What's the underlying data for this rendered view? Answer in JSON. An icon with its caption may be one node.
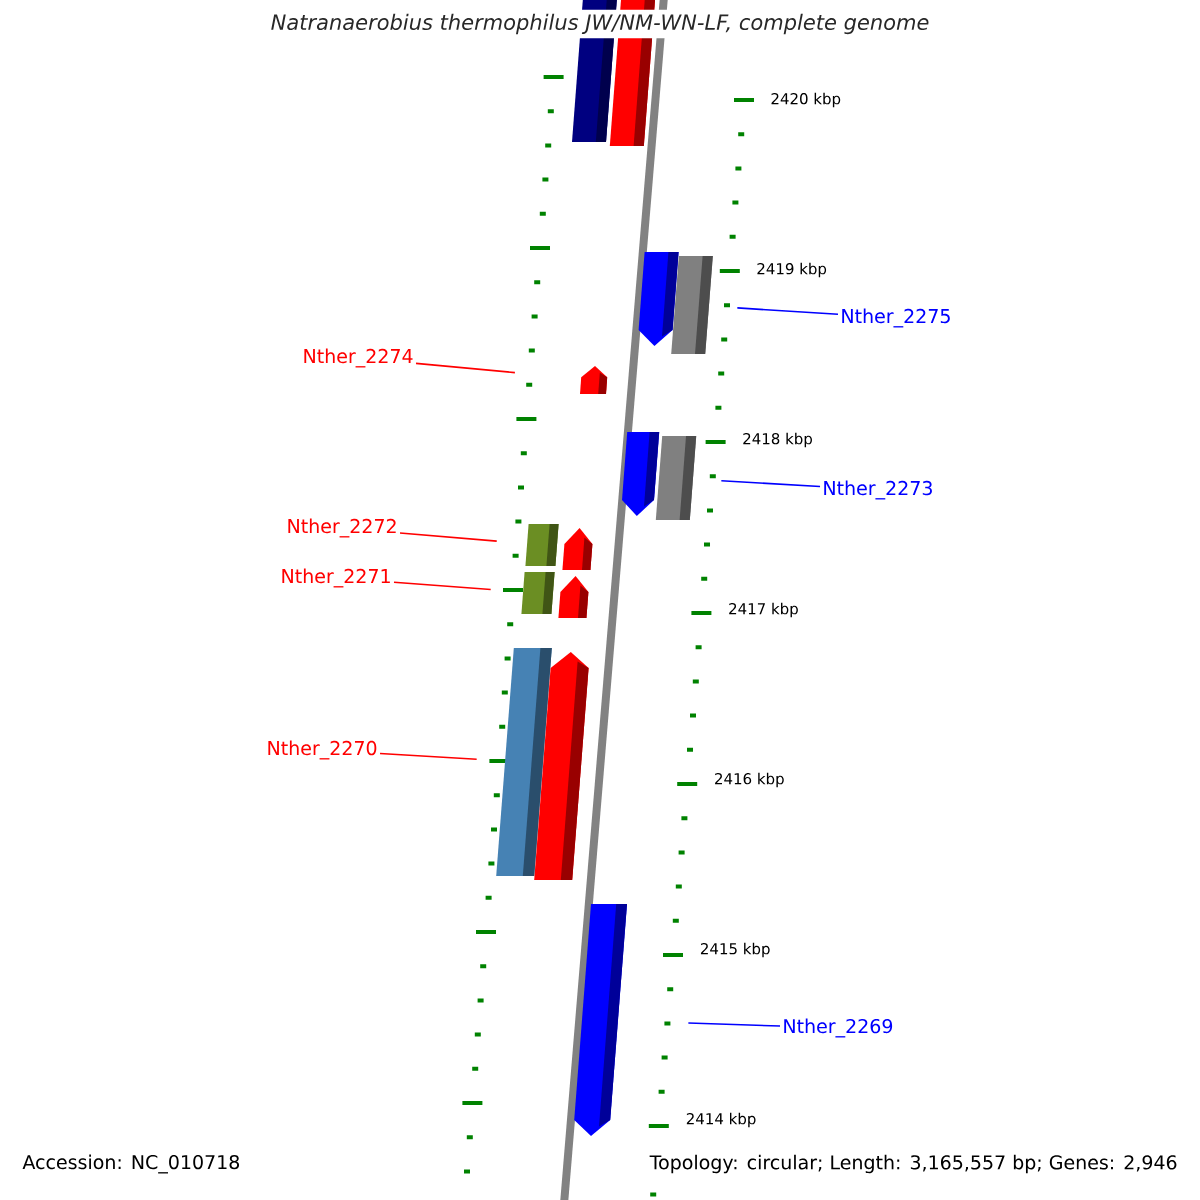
{
  "diagram": {
    "title": "Natranaerobius thermophilus JW/NM-WN-LF, complete genome",
    "nodes": [
      {
        "text": [],
        "shape": "bar"
      },
      {
        "text": [],
        "shape": "bar"
      },
      {
        "text": [],
        "shape": "bar"
      },
      {
        "text": [],
        "shape": "bar"
      },
      {
        "text": [
          "Nther_2275"
        ]
      },
      {
        "text": [
          "Nther_2274"
        ]
      },
      {
        "text": [],
        "shape": "bar"
      },
      {
        "text": [],
        "shape": "bar"
      },
      {
        "text": [],
        "shape": "bar"
      },
      {
        "text": [
          "Nther_2273"
        ]
      },
      {
        "text": [
          "Nther_2272"
        ]
      },
      {
        "text": [],
        "shape": "bar"
      },
      {
        "text": [],
        "shape": "bar"
      },
      {
        "text": [
          "Nther_2271"
        ]
      },
      {
        "text": [],
        "shape": "bar"
      },
      {
        "text": [],
        "shape": "bar"
      },
      {
        "text": [],
        "shape": "bar"
      },
      {
        "text": [],
        "shape": "bar"
      },
      {
        "text": [
          "Nther_2270"
        ]
      },
      {
        "text": [],
        "shape": "bar"
      },
      {
        "text": [
          "Nther_2269"
        ]
      }
    ],
    "edges": [
      {
        "from": 4,
        "to": 3,
        "arrow": "none",
        "color": "#0000ff"
      },
      {
        "from": 5,
        "to": 6,
        "arrow": "none"
      },
      {
        "from": 9,
        "to": 8,
        "arrow": "none",
        "color": "#0000ff"
      },
      {
        "from": 10,
        "to": 11,
        "arrow": "none"
      },
      {
        "from": 13,
        "to": 14,
        "arrow": "none"
      },
      {
        "from": 18,
        "to": 16,
        "arrow": "none"
      },
      {
        "from": 20,
        "to": 19,
        "arrow": "none",
        "color": "#0000ff"
      }
    ],
    "labels": [
      "2420 kbp",
      "2419 kbp",
      "2418 kbp",
      "2417 kbp",
      "2416 kbp",
      "2415 kbp",
      "2414 kbp",
      "Accession: NC_010718",
      "Topology: circular; Length: 3,165,557 bp; Genes: 2,946"
    ]
  }
}
